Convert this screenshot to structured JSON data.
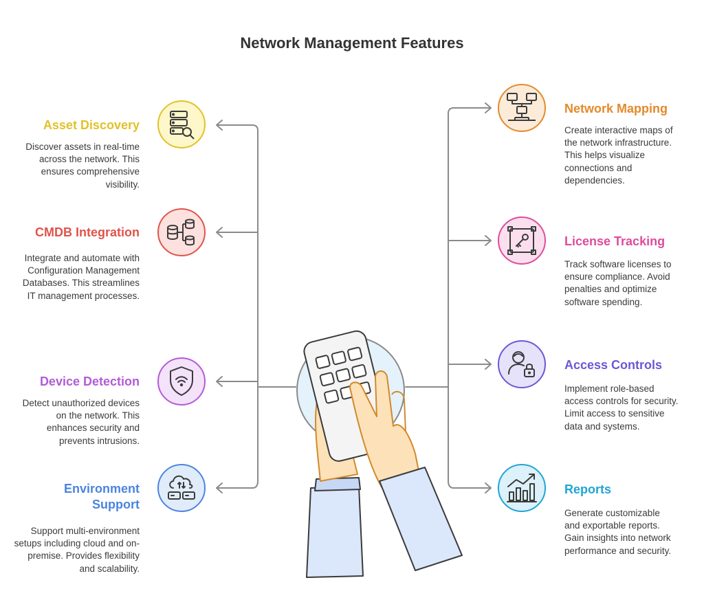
{
  "title": "Network Management Features",
  "left_features": [
    {
      "title": "Asset Discovery",
      "description": "Discover assets in real-time across the network. This ensures comprehensive visibility.",
      "icon": "server-search-icon",
      "color": "#E2C128",
      "fill": "#FDF7C9"
    },
    {
      "title": "CMDB Integration",
      "description": "Integrate and automate with Configuration Management Databases. This streamlines IT management processes.",
      "icon": "database-link-icon",
      "color": "#E0534C",
      "fill": "#FCE1DF"
    },
    {
      "title": "Device Detection",
      "description": "Detect unauthorized devices on the network. This enhances security and prevents intrusions.",
      "icon": "wifi-shield-icon",
      "color": "#B25BD6",
      "fill": "#F3E2FA"
    },
    {
      "title": "Environment Support",
      "description": "Support multi-environment setups including cloud and on-premise. Provides flexibility and scalability.",
      "icon": "cloud-server-icon",
      "color": "#4B84E0",
      "fill": "#E1ECFB"
    }
  ],
  "right_features": [
    {
      "title": "Network Mapping",
      "description": "Create interactive maps of the network infrastructure. This helps visualize connections and dependencies.",
      "icon": "network-map-icon",
      "color": "#E48A2B",
      "fill": "#FCEBD9"
    },
    {
      "title": "License Tracking",
      "description": "Track software licenses to ensure compliance. Avoid penalties and optimize software spending.",
      "icon": "license-key-icon",
      "color": "#DD4C9C",
      "fill": "#FBDFEE"
    },
    {
      "title": "Access Controls",
      "description": "Implement role-based access controls for security. Limit access to sensitive data and systems.",
      "icon": "user-lock-icon",
      "color": "#6A58D6",
      "fill": "#E6E2FA"
    },
    {
      "title": "Reports",
      "description": "Generate customizable and exportable reports. Gain insights into network performance and security.",
      "icon": "chart-report-icon",
      "color": "#1FA5D6",
      "fill": "#DCF1FA"
    }
  ]
}
